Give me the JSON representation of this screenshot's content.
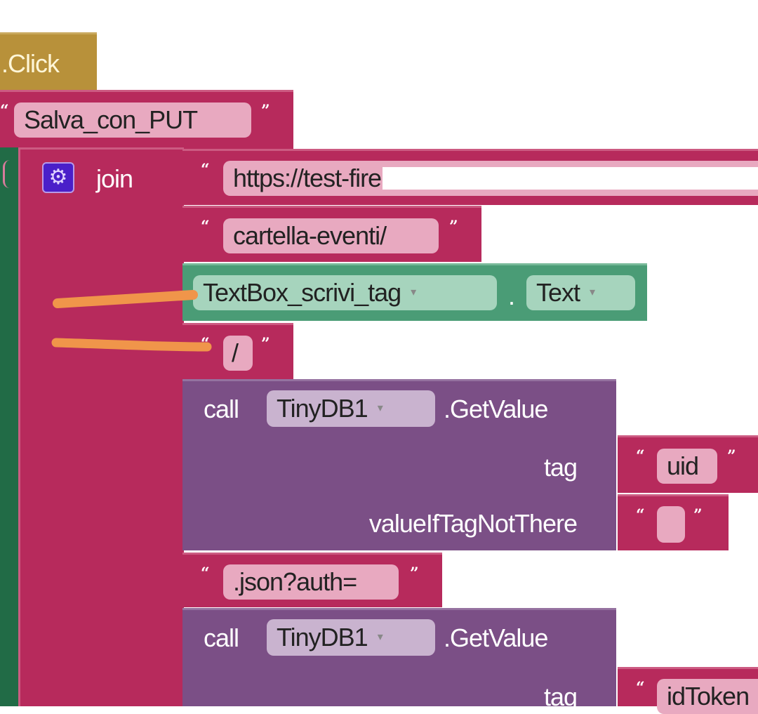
{
  "event_block": {
    "label": ".Click"
  },
  "blocks": {
    "procedure_name": "Salva_con_PUT",
    "join_label": "join",
    "url_text": "https://test-fire",
    "folder_text": "cartella-eventi/",
    "textbox_component": "TextBox_scrivi_tag",
    "textbox_property": "Text",
    "dot": ".",
    "slash_text": "/",
    "json_text": ".json?auth=",
    "call1": {
      "call": "call",
      "component": "TinyDB1",
      "method": ".GetValue",
      "tag_label": "tag",
      "tag_value": "uid",
      "default_label": "valueIfTagNotThere",
      "default_value": ""
    },
    "call2": {
      "call": "call",
      "component": "TinyDB1",
      "method": ".GetValue",
      "tag_label": "tag",
      "tag_value": "idToken"
    }
  },
  "symbols": {
    "open_quote": "“",
    "close_quote": "”",
    "dropdown": "▾"
  },
  "colors": {
    "event": "#b8913a",
    "text": "#b72a5c",
    "procedure": "#7b4f86",
    "component": "#4a9c76",
    "annotation": "#f0954a",
    "join_gear": "#4a1fc9"
  }
}
